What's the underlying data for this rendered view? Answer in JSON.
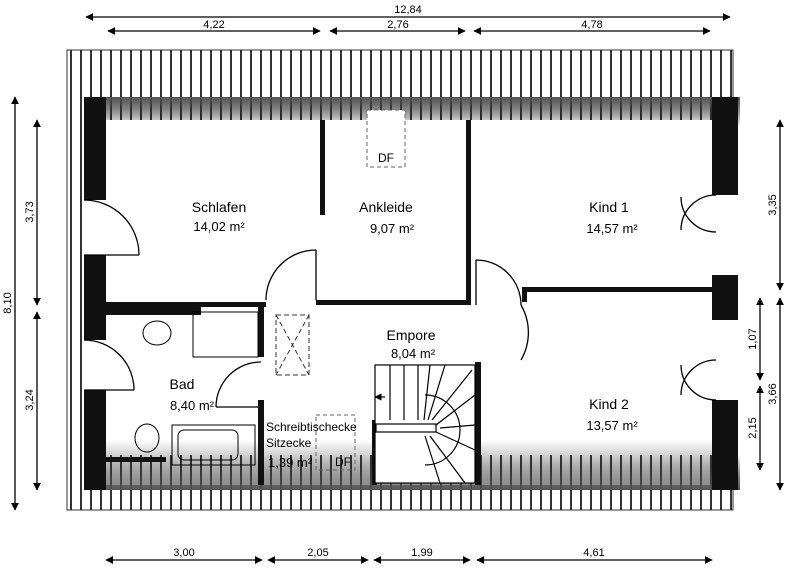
{
  "dimensions": {
    "top_total": "12,84",
    "top_segments": [
      "4,22",
      "2,76",
      "4,78"
    ],
    "bottom_segments": [
      "3,00",
      "2,05",
      "1,99",
      "4,61"
    ],
    "left_total": "8,10",
    "left_segments": [
      "3,73",
      "3,24"
    ],
    "right_outer": [
      "3,35",
      "3,66"
    ],
    "right_inner": [
      "1,07",
      "2,15"
    ]
  },
  "rooms": {
    "schlafen": {
      "name": "Schlafen",
      "area": "14,02 m²"
    },
    "ankleide": {
      "name": "Ankleide",
      "area": "9,07 m²"
    },
    "kind1": {
      "name": "Kind 1",
      "area": "14,57 m²"
    },
    "kind2": {
      "name": "Kind 2",
      "area": "13,57 m²"
    },
    "empore": {
      "name": "Empore",
      "area": "8,04 m²"
    },
    "bad": {
      "name": "Bad",
      "area": "8,40 m²"
    },
    "schreib": {
      "name1": "Schreibtischecke",
      "name2": "Sitzecke",
      "area": "1,39 m²"
    }
  },
  "skylights": {
    "ankleide": "DF",
    "schreib": "DF"
  }
}
